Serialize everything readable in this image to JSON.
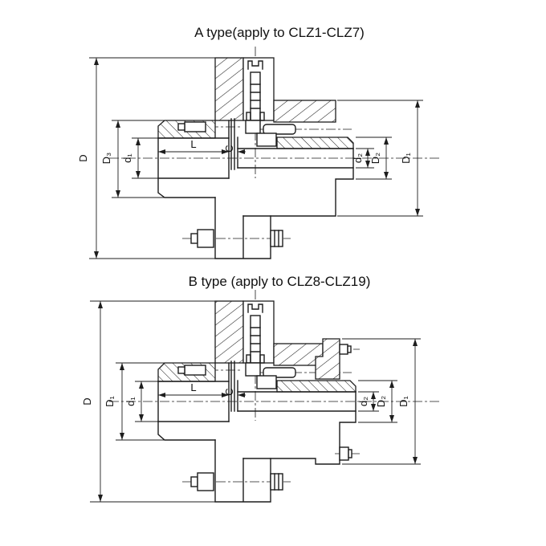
{
  "page": {
    "background": "#ffffff",
    "line_color": "#1d1d1d"
  },
  "diagram_a": {
    "title": "A type(apply to CLZ1-CLZ7)",
    "dims": {
      "D": "D",
      "D3": "D₃",
      "d1": "d₁",
      "L": "L",
      "C": "C",
      "d2": "d₂",
      "D2": "D₂",
      "D1": "D₁"
    }
  },
  "diagram_b": {
    "title": "B type (apply to CLZ8-CLZ19)",
    "dims": {
      "D": "D",
      "D1_left": "D₁",
      "d1": "d₁",
      "L": "L",
      "C": "C",
      "d2": "d₂",
      "D2": "D₂",
      "D1": "D₁"
    }
  }
}
